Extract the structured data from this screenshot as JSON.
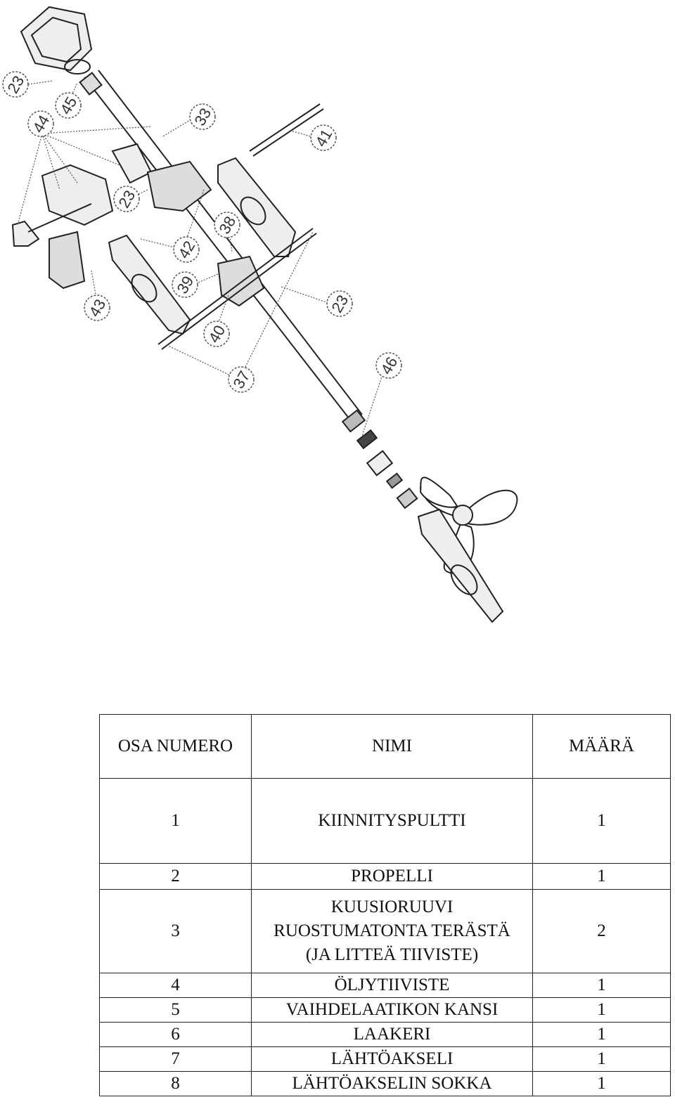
{
  "callouts": [
    "23",
    "45",
    "44",
    "33",
    "41",
    "23",
    "38",
    "42",
    "39",
    "43",
    "23",
    "40",
    "37",
    "46"
  ],
  "table": {
    "headers": [
      "OSA NUMERO",
      "NIMI",
      "MÄÄRÄ"
    ],
    "rows": [
      {
        "num": "1",
        "name": [
          "KIINNITYSPULTTI"
        ],
        "qty": "1"
      },
      {
        "num": "2",
        "name": [
          "PROPELLI"
        ],
        "qty": "1"
      },
      {
        "num": "3",
        "name": [
          "KUUSIORUUVI",
          "RUOSTUMATONTA TERÄSTÄ",
          "(JA LITTEÄ TIIVISTE)"
        ],
        "qty": "2"
      },
      {
        "num": "4",
        "name": [
          "ÖLJYTIIVISTE"
        ],
        "qty": "1"
      },
      {
        "num": "5",
        "name": [
          "VAIHDELAATIKON KANSI"
        ],
        "qty": "1"
      },
      {
        "num": "6",
        "name": [
          "LAAKERI"
        ],
        "qty": "1"
      },
      {
        "num": "7",
        "name": [
          "LÄHTÖAKSELI"
        ],
        "qty": "1"
      },
      {
        "num": "8",
        "name": [
          "LÄHTÖAKSELIN SOKKA"
        ],
        "qty": "1"
      }
    ]
  }
}
